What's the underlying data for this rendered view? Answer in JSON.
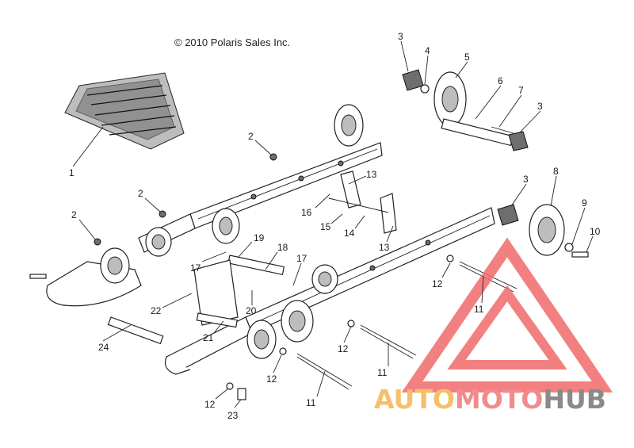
{
  "copyright": "© 2010 Polaris Sales Inc.",
  "callouts": [
    "1",
    "2",
    "2",
    "2",
    "3",
    "4",
    "5",
    "6",
    "7",
    "3",
    "3",
    "8",
    "9",
    "10",
    "13",
    "16",
    "15",
    "14",
    "13",
    "19",
    "18",
    "17",
    "17",
    "20",
    "22",
    "21",
    "12",
    "11",
    "12",
    "11",
    "12",
    "11",
    "24",
    "12",
    "23"
  ],
  "watermark": {
    "part1": "AUTO",
    "part2": "MOTO",
    "part3": "HUB",
    "color1": "#f5c06a",
    "color2": "#f08c8c",
    "color3": "#8a8a8a",
    "logo_color": "#f26b6b"
  }
}
